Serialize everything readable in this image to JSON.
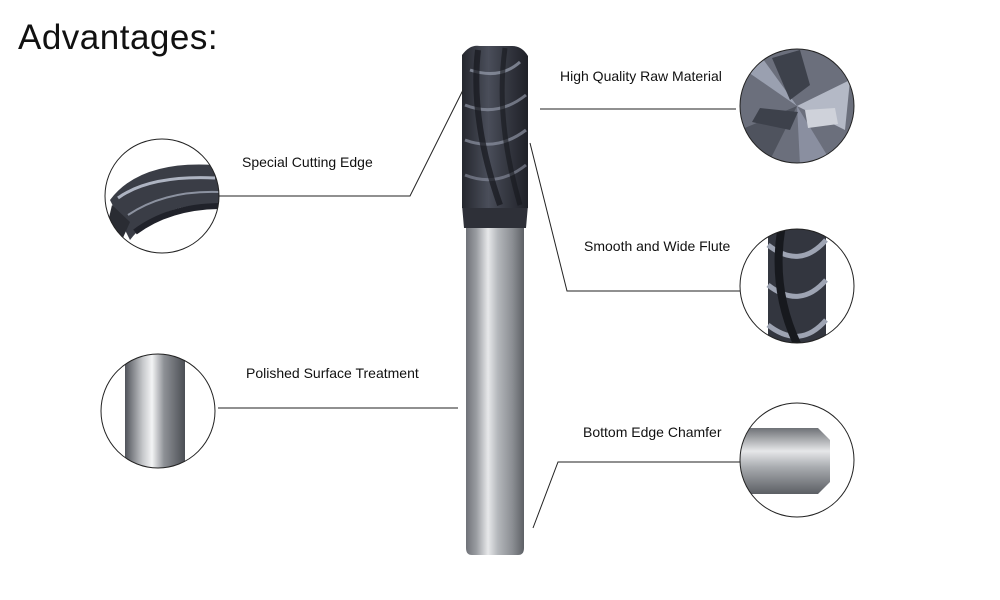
{
  "page": {
    "title": "Advantages:"
  },
  "callouts": [
    {
      "label": "Special Cutting Edge",
      "detail_icon": "cutting-edge-closeup",
      "side": "left"
    },
    {
      "label": "Polished Surface Treatment",
      "detail_icon": "polished-shank-closeup",
      "side": "left"
    },
    {
      "label": "High Quality Raw Material",
      "detail_icon": "end-face-closeup",
      "side": "right"
    },
    {
      "label": "Smooth and Wide Flute",
      "detail_icon": "flute-closeup",
      "side": "right"
    },
    {
      "label": "Bottom Edge Chamfer",
      "detail_icon": "chamfer-closeup",
      "side": "right"
    }
  ],
  "product": {
    "icon": "end-mill-tool",
    "flute_color": "#3b3f4a",
    "shank_color": "#b9bcc1"
  }
}
